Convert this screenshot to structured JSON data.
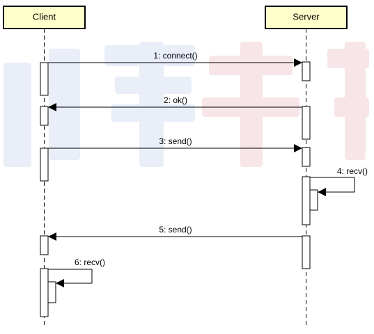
{
  "colors": {
    "head_fill": "#ffffcc",
    "line": "#000000",
    "activation_fill": "#ffffff",
    "watermark_left": "#e9eef8",
    "watermark_right": "#f7e5e8"
  },
  "participants": [
    {
      "id": "client",
      "name": "Client"
    },
    {
      "id": "server",
      "name": "Server"
    }
  ],
  "messages": [
    {
      "label": "1: connect()",
      "from": "client",
      "to": "server"
    },
    {
      "label": "2: ok()",
      "from": "server",
      "to": "client"
    },
    {
      "label": "3: send()",
      "from": "client",
      "to": "server"
    },
    {
      "label": "4: recv()",
      "from": "server",
      "to": "server"
    },
    {
      "label": "5: send()",
      "from": "server",
      "to": "client"
    },
    {
      "label": "6: recv()",
      "from": "client",
      "to": "client"
    }
  ]
}
